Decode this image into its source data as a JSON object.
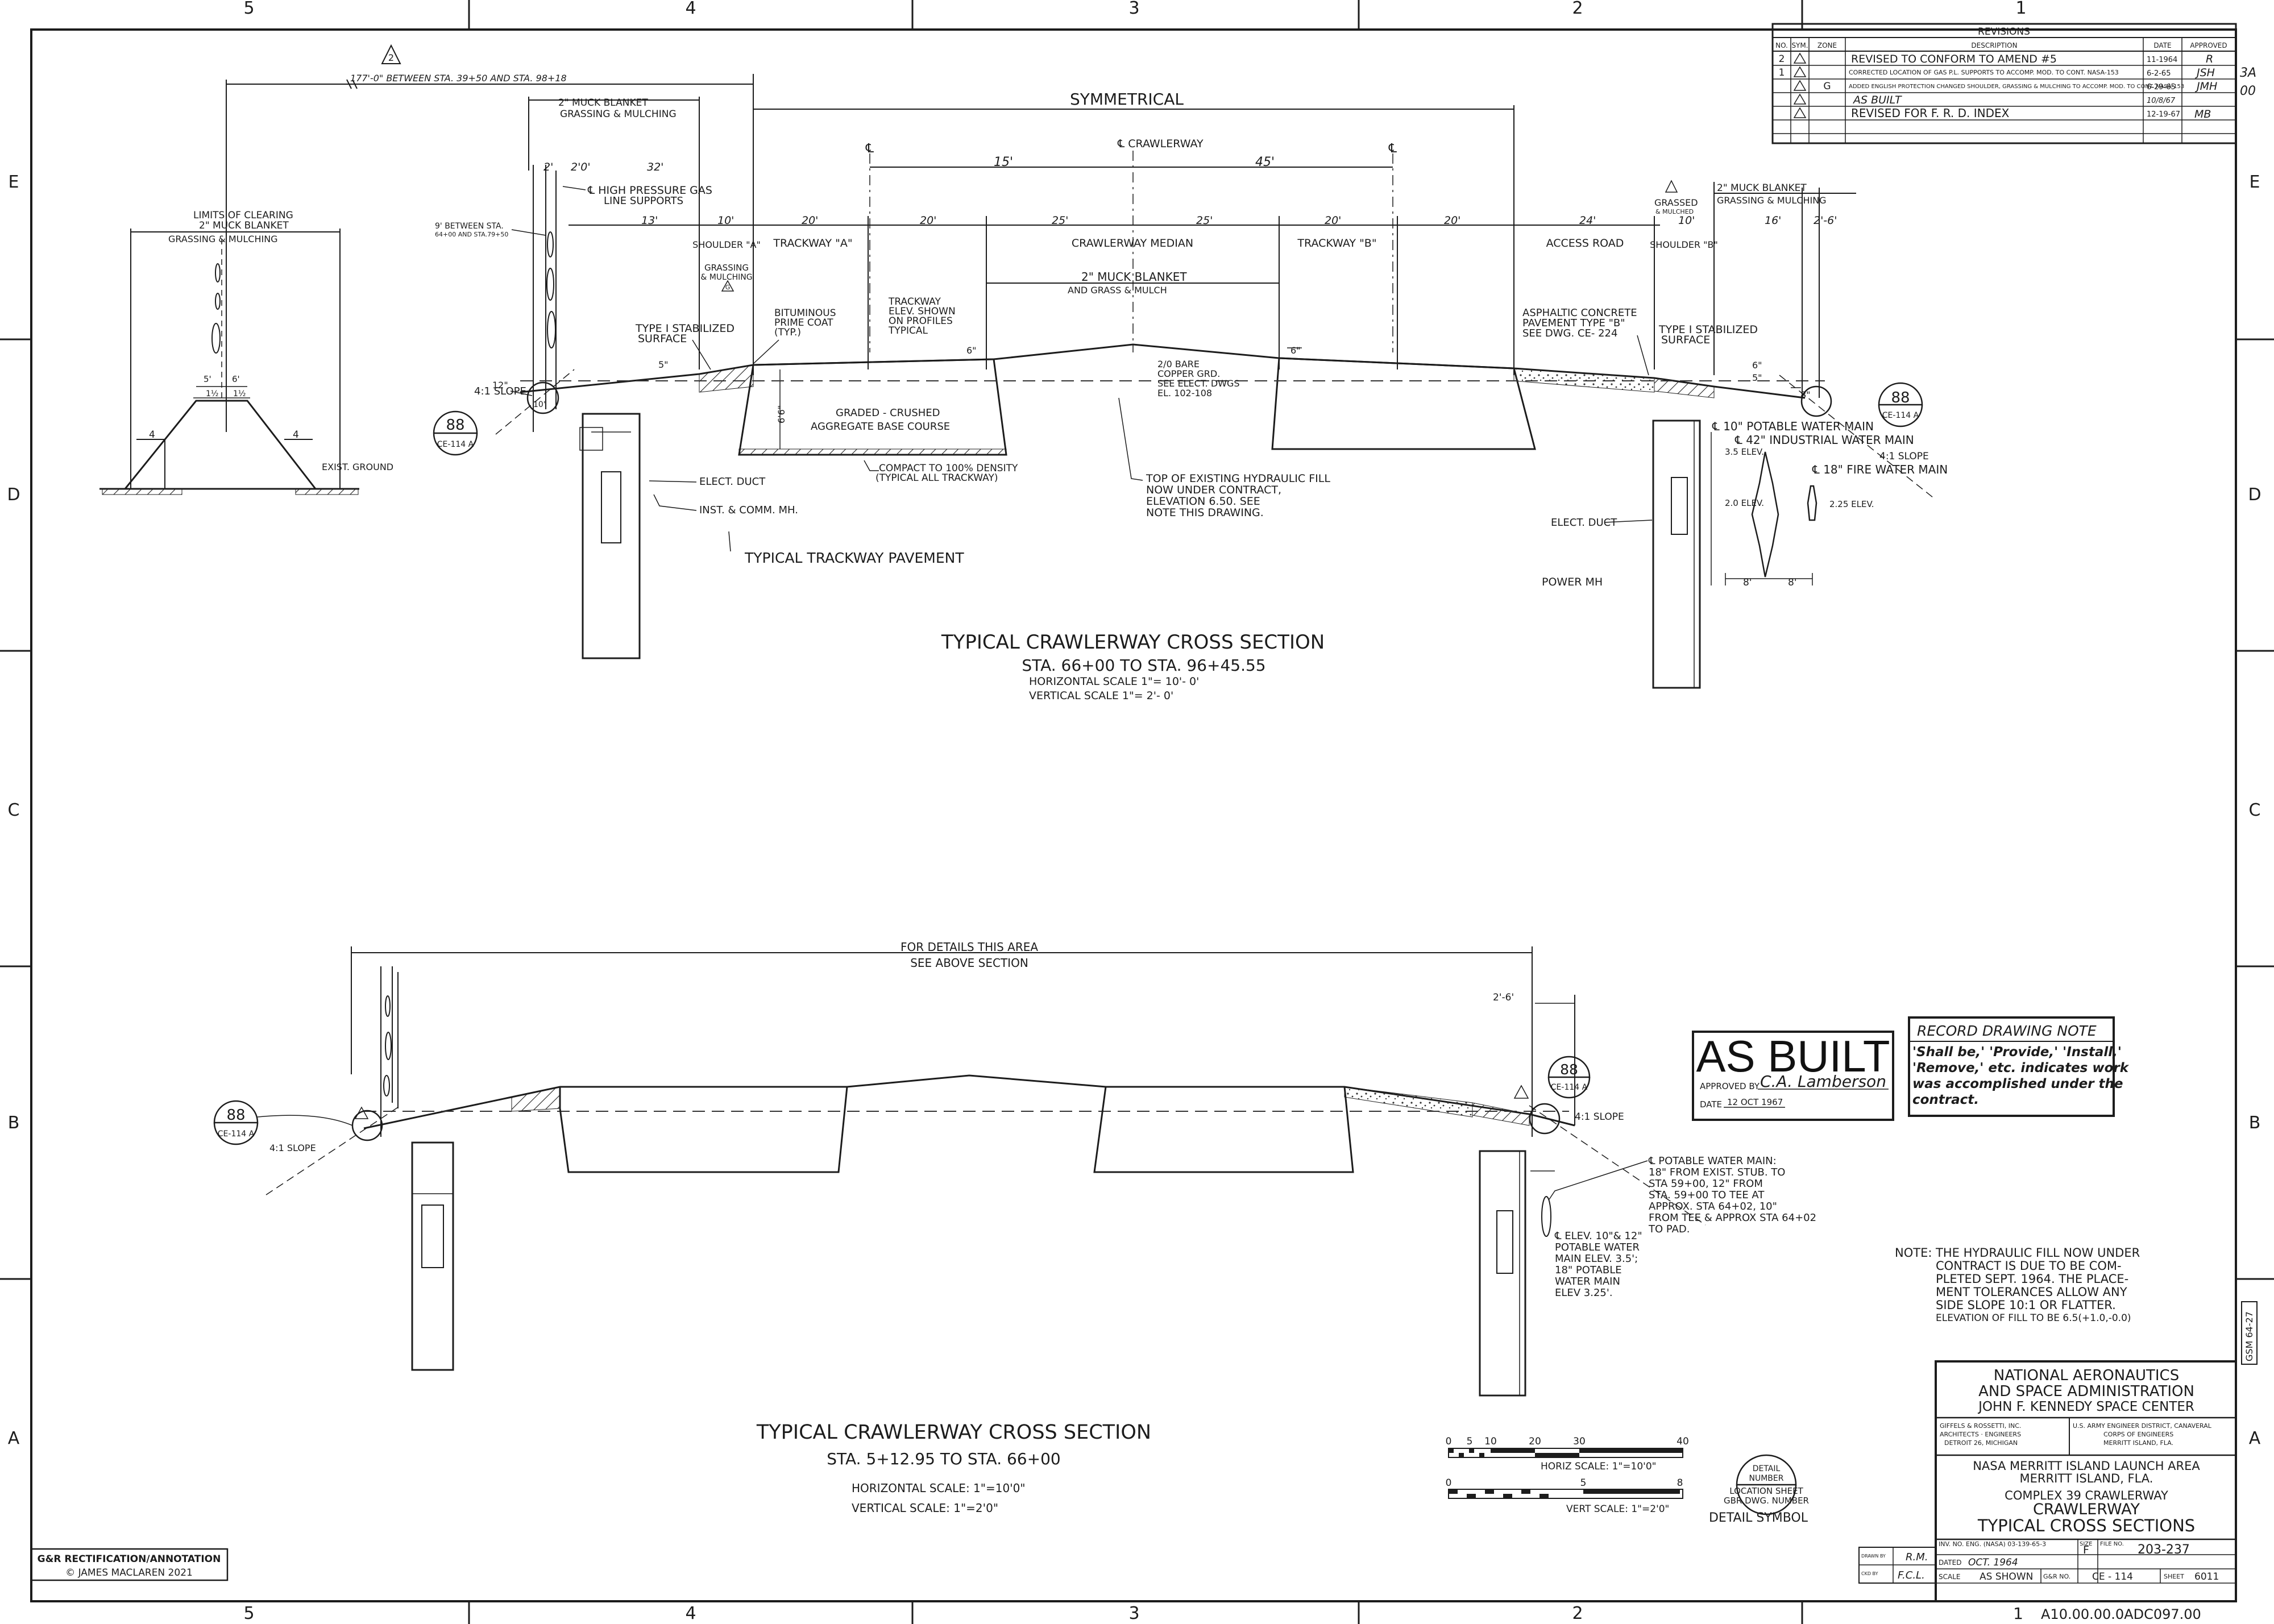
{
  "grid": {
    "cols": [
      "5",
      "4",
      "3",
      "2",
      "1"
    ],
    "rows": [
      "E",
      "D",
      "C",
      "B",
      "A"
    ]
  },
  "revisions": {
    "title": "REVISIONS",
    "headers": [
      "NO.",
      "SYM.",
      "ZONE",
      "DESCRIPTION",
      "DATE",
      "APPROVED"
    ],
    "rows": [
      {
        "no": "2",
        "zone": "",
        "desc": "REVISED TO CONFORM TO AMEND #5",
        "date": "11-1964",
        "approved": "R"
      },
      {
        "no": "1",
        "zone": "",
        "desc": "CORRECTED LOCATION OF GAS P.L. SUPPORTS TO ACCOMP. MOD. TO CONT. NASA-153",
        "date": "6-2-65",
        "approved": "JSH"
      },
      {
        "no": "",
        "zone": "G",
        "desc": "ADDED ENGLISH PROTECTION CHANGED SHOULDER, GRASSING & MULCHING TO ACCOMP. MOD. TO CONT. NASA-153",
        "date": "6-29-65",
        "approved": "JMH"
      },
      {
        "no": "",
        "zone": "",
        "desc": "AS BUILT",
        "date": "10/8/67",
        "approved": ""
      },
      {
        "no": "",
        "zone": "",
        "desc": "REVISED FOR F. R. D. INDEX",
        "date": "12-19-67",
        "approved": "MB"
      }
    ],
    "margin_notes": [
      "3A",
      "00"
    ]
  },
  "upper": {
    "title": "TYPICAL CRAWLERWAY CROSS SECTION",
    "sta": "STA. 66+00   TO   STA. 96+45.55",
    "hscale": "HORIZONTAL  SCALE  1\"= 10'- 0'",
    "vscale": "VERTICAL    SCALE  1\"=  2'- 0'",
    "symmetrical": "SYMMETRICAL",
    "crawlerway_cl": "℄  CRAWLERWAY",
    "top_note": "177'-0\" BETWEEN STA. 39+50 AND STA. 98+18",
    "dim_15": "15'",
    "dim_45": "45'",
    "muck_left_1": "2\" MUCK BLANKET",
    "muck_left_2": "GRASSING & MULCHING",
    "muck_right_1": "2\" MUCK BLANKET",
    "muck_right_2": "GRASSING & MULCHING",
    "muck_center_1": "2\" MUCK BLANKET",
    "muck_center_2": "AND GRASS & MULCH",
    "lim_1": "LIMITS OF CLEARING",
    "lim_2": "2\" MUCK BLANKET",
    "lim_3": "GRASSING & MULCHING",
    "gas_1": "℄ HIGH PRESSURE GAS",
    "gas_2": "LINE SUPPORTS",
    "between_1": "9' BETWEEN STA.",
    "between_2": "64+00 AND STA.79+50",
    "seg_labels": [
      "SHOULDER \"A\"",
      "TRACKWAY \"A\"",
      "CRAWLERWAY MEDIAN",
      "TRACKWAY \"B\"",
      "ACCESS ROAD",
      "SHOULDER \"B\""
    ],
    "seg_dims": [
      "2'",
      "2'0'",
      "32'",
      "13'",
      "10'",
      "20'",
      "20'",
      "25'",
      "25'",
      "20'",
      "20'",
      "24'",
      "10'",
      "16'",
      "2'-6'"
    ],
    "grassing_1": "GRASSING",
    "grassing_2": "& MULCHING",
    "grassed_1": "GRASSED",
    "grassed_2": "& MULCHED",
    "bitum_1": "BITUMINOUS",
    "bitum_2": "PRIME COAT",
    "bitum_3": "(TYP.)",
    "trk_1": "TRACKWAY",
    "trk_2": "ELEV. SHOWN",
    "trk_3": "ON PROFILES",
    "trk_4": "TYPICAL",
    "type1_1": "TYPE I STABILIZED",
    "type1_2": "SURFACE",
    "type1r_1": "TYPE I STABILIZED",
    "type1r_2": "SURFACE",
    "asph_1": "ASPHALTIC CONCRETE",
    "asph_2": "PAVEMENT TYPE \"B\"",
    "asph_3": "SEE DWG. CE- 224",
    "dim_5": "5\"",
    "dim_12": "12\"",
    "dim_6a": "6\"",
    "dim_6b": "6\"",
    "dim_5b": "5\"",
    "dim_8": "8\"",
    "dim_10": "10'",
    "dim_65": "6'6\"",
    "slope_left": "4:1 SLOPE",
    "slope_right": "4:1 SLOPE",
    "cu_1": "2/0 BARE",
    "cu_2": "COPPER GRD.",
    "cu_3": "SEE ELECT. DWGS",
    "cu_4": "EL. 102-108",
    "graded_1": "GRADED - CRUSHED",
    "graded_2": "AGGREGATE BASE COURSE",
    "compact_1": "COMPACT TO 100% DENSITY",
    "compact_2": "(TYPICAL ALL TRACKWAY)",
    "hyd_1": "TOP OF EXISTING HYDRAULIC FILL",
    "hyd_2": "NOW UNDER CONTRACT,",
    "hyd_3": "ELEVATION 6.50. SEE",
    "hyd_4": "NOTE THIS DRAWING.",
    "duct": "ELECT. DUCT",
    "duct_r": "ELECT. DUCT",
    "mh": "INST. & COMM. MH.",
    "power_mh": "POWER MH",
    "pavement": "TYPICAL TRACKWAY PAVEMENT",
    "exist": "EXIST. GROUND",
    "potable": "℄ 10\" POTABLE WATER MAIN",
    "industrial": "℄ 42\" INDUSTRIAL WATER MAIN",
    "fire": "℄ 18\" FIRE WATER MAIN",
    "elev_35": "3.5 ELEV.",
    "elev_20": "2.0 ELEV.",
    "elev_225": "2.25 ELEV.",
    "dim_8a": "8'",
    "dim_8b": "8'",
    "dim_lim": [
      "5'",
      "6'",
      "1½",
      "1½",
      "4",
      "4"
    ],
    "callout_num": "88",
    "callout_ref": "CE-114 A"
  },
  "lower": {
    "title": "TYPICAL  CRAWLERWAY  CROSS  SECTION",
    "sta": "STA.  5+12.95  TO  STA. 66+00",
    "hscale": "HORIZONTAL  SCALE: 1\"=10'0\"",
    "vscale": "VERTICAL    SCALE: 1\"=2'0\"",
    "for_details": "FOR  DETAILS  THIS  AREA",
    "see_above": "SEE  ABOVE  SECTION",
    "dim_26": "2'-6'",
    "slope_left": "4:1 SLOPE",
    "slope_right": "4:1 SLOPE",
    "water_note": [
      "℄ POTABLE WATER MAIN:",
      "18\" FROM EXIST. STUB. TO",
      "STA 59+00, 12\" FROM",
      "STA. 59+00 TO TEE AT",
      "APPROX. STA 64+02, 10\"",
      "FROM TEE & APPROX STA 64+02",
      "TO PAD."
    ],
    "elev_note": [
      "℄ ELEV. 10\"& 12\"",
      "POTABLE WATER",
      "MAIN ELEV. 3.5';",
      "18\" POTABLE",
      "WATER MAIN",
      "ELEV 3.25'."
    ],
    "callout_num": "88",
    "callout_ref": "CE-114 A"
  },
  "as_built": {
    "title": "AS BUILT",
    "approved": "APPROVED BY",
    "signature": "C.A. Lamberson",
    "date_label": "DATE",
    "date": "12 OCT 1967"
  },
  "record_note": {
    "title": "RECORD DRAWING NOTE",
    "lines": [
      "'Shall be,' 'Provide,' 'Install,'",
      "'Remove,' etc. indicates work",
      "was accomplished under the",
      "contract."
    ]
  },
  "hyd_note": {
    "label": "NOTE:",
    "lines": [
      "THE HYDRAULIC FILL NOW UNDER",
      "CONTRACT IS DUE TO BE COM-",
      "PLETED SEPT. 1964. THE PLACE-",
      "MENT TOLERANCES ALLOW ANY",
      "SIDE SLOPE 10:1 OR FLATTER.",
      "ELEVATION OF FILL TO BE 6.5(+1.0,-0.0)"
    ]
  },
  "scale_bars": {
    "horiz_label": "HORIZ  SCALE: 1\"=10'0\"",
    "vert_label": "VERT  SCALE: 1\"=2'0\"",
    "horiz_ticks": [
      "0",
      "5",
      "10",
      "20",
      "30",
      "40"
    ],
    "vert_ticks": [
      "0",
      "5",
      "8"
    ]
  },
  "detail_symbol": {
    "top": "DETAIL",
    "num": "NUMBER",
    "line1": "LOCATION SHEET",
    "line2": "GBR DWG. NUMBER",
    "caption": "DETAIL SYMBOL"
  },
  "title_block": {
    "agency_1": "NATIONAL AERONAUTICS",
    "agency_2": "AND SPACE ADMINISTRATION",
    "center": "JOHN F. KENNEDY SPACE CENTER",
    "arch_1": "GIFFELS & ROSSETTI, INC.",
    "arch_2": "ARCHITECTS  ·  ENGINEERS",
    "arch_3": "DETROIT 26, MICHIGAN",
    "corps_1": "U.S. ARMY ENGINEER DISTRICT, CANAVERAL",
    "corps_2": "CORPS OF ENGINEERS",
    "corps_3": "MERRITT ISLAND, FLA.",
    "area_1": "NASA MERRITT ISLAND LAUNCH AREA",
    "area_2": "MERRITT ISLAND, FLA.",
    "complex": "COMPLEX   39   CRAWLERWAY",
    "name": "CRAWLERWAY",
    "sections": "TYPICAL  CROSS  SECTIONS",
    "inv": "INV. NO. ENG. (NASA) 03-139-65-3",
    "size_label": "SIZE",
    "size": "F",
    "file_label": "FILE NO.",
    "file": "203-237",
    "dated_label": "DATED",
    "dated": "OCT. 1964",
    "scale_label": "SCALE",
    "scale": "AS SHOWN",
    "gbr_label": "G&R NO.",
    "gbr": "CE - 114",
    "sheet_label": "SHEET",
    "sheet": "6011",
    "drawn_label": "DRAWN BY",
    "drawn": "R.M.",
    "checked_label": "CKD BY",
    "checked": "F.C.L.",
    "side_tag": "GSM 64-27"
  },
  "footer": {
    "credit_1": "G&R RECTIFICATION/ANNOTATION",
    "credit_2": "© JAMES MACLAREN 2021",
    "code": "A10.00.00.0ADC097.00",
    "page_mark": "1"
  },
  "rev_symbol": "2",
  "shoulder_tag": "G"
}
